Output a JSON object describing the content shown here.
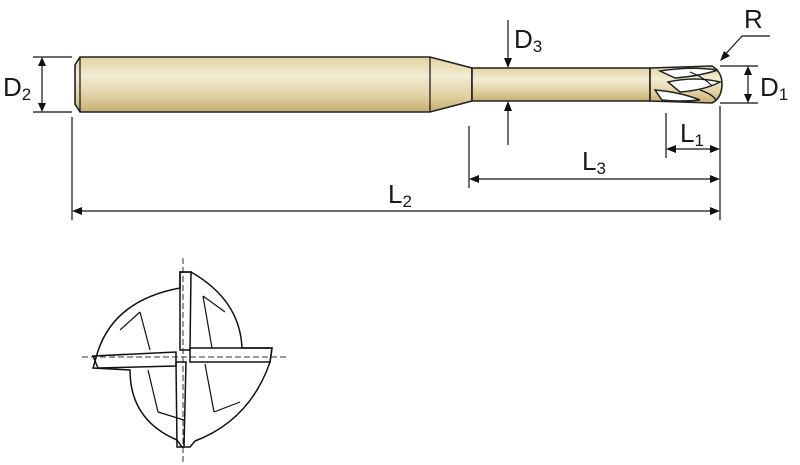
{
  "colors": {
    "shank_light": "#f3ecd4",
    "shank_mid": "#e2d1a2",
    "shank_dark": "#c6ae73",
    "line": "#111111"
  },
  "labels": {
    "d2": {
      "main": "D",
      "sub": "2"
    },
    "d3": {
      "main": "D",
      "sub": "3"
    },
    "d1": {
      "main": "D",
      "sub": "1"
    },
    "r": {
      "main": "R"
    },
    "l1": {
      "main": "L",
      "sub": "1"
    },
    "l3": {
      "main": "L",
      "sub": "3"
    },
    "l2": {
      "main": "L",
      "sub": "2"
    }
  }
}
